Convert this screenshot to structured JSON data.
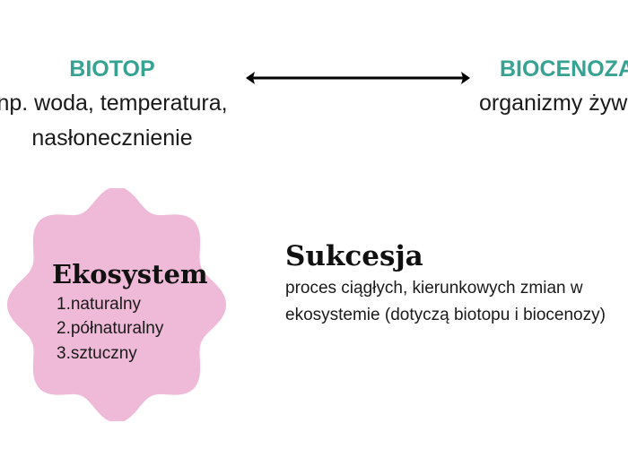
{
  "biotop": {
    "title": "BIOTOP",
    "line1": "np. woda, temperatura,",
    "line2": "nasłonecznienie"
  },
  "biocenoza": {
    "title": "BIOCENOZA",
    "line1": "organizmy żywe"
  },
  "ekosystem": {
    "title": "Ekosystem",
    "items": [
      "1.naturalny",
      "2.półnaturalny",
      "3.sztuczny"
    ]
  },
  "sukcesja": {
    "title": "Sukcesja",
    "line1": "proces ciągłych, kierunkowych zmian w",
    "line2": "ekosystemie (dotyczą biotopu i biocenozy)"
  },
  "colors": {
    "accent": "#36a291",
    "flower": "#efbad7",
    "text": "#111111"
  }
}
